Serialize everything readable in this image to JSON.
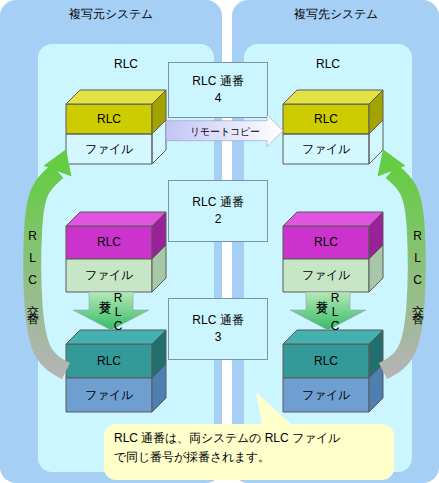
{
  "diagram": {
    "nodes": [
      {
        "text": [
          "複写元システム"
        ]
      },
      {
        "text": [
          "RLC"
        ],
        "in": 0
      },
      {
        "text": [
          "RLC",
          "ファイル"
        ],
        "in": 1
      },
      {
        "text": [
          "RLC",
          "ファイル"
        ],
        "in": 1
      },
      {
        "text": [
          "RLC",
          "ファイル"
        ],
        "in": 1
      },
      {
        "text": [
          "複写先システム"
        ]
      },
      {
        "text": [
          "RLC"
        ],
        "in": 5
      },
      {
        "text": [
          "RLC",
          "ファイル"
        ],
        "in": 6
      },
      {
        "text": [
          "RLC",
          "ファイル"
        ],
        "in": 6
      },
      {
        "text": [
          "RLC",
          "ファイル"
        ],
        "in": 6
      },
      {
        "text": [
          "RLC 通番 4"
        ]
      },
      {
        "text": [
          "RLC 通番 2"
        ]
      },
      {
        "text": [
          "RLC 通番 3"
        ]
      },
      {
        "text": [
          "RLC 通番は、両システムの RLC ファイル で同じ番号が採番されます。"
        ]
      }
    ],
    "edges": [
      {
        "from": 2,
        "to": 7,
        "arrow": "to",
        "label": "リモートコピー"
      },
      {
        "from": 3,
        "to": 4,
        "arrow": "to",
        "label": "RLC交替"
      },
      {
        "from": 8,
        "to": 9,
        "arrow": "to",
        "label": "RLC交替"
      },
      {
        "from": 4,
        "to": 2,
        "arrow": "to",
        "label": "RLC交替"
      },
      {
        "from": 9,
        "to": 7,
        "arrow": "to",
        "label": "RLC交替"
      }
    ]
  }
}
